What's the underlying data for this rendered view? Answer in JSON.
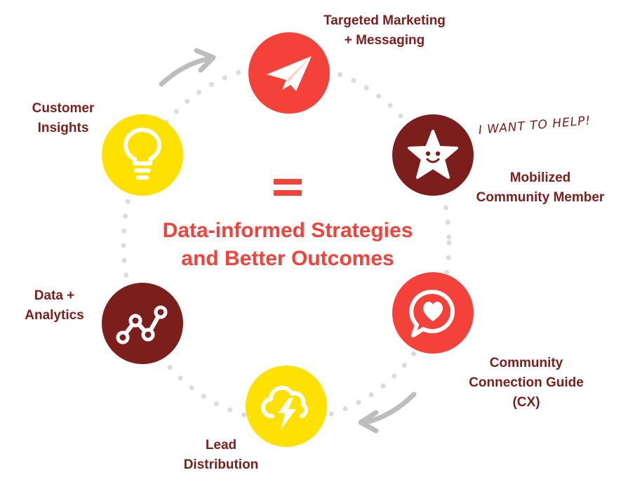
{
  "center": {
    "line1": "Data-informed Strategies",
    "line2": "and Better Outcomes"
  },
  "callout": "I WANT TO HELP!",
  "nodes": [
    {
      "id": "targeted-marketing",
      "label": [
        "Targeted Marketing",
        "+ Messaging"
      ],
      "icon": "paper-plane-icon",
      "color": "#f4423b"
    },
    {
      "id": "mobilized-member",
      "label": [
        "Mobilized",
        "Community Member"
      ],
      "icon": "smiling-star-icon",
      "color": "#7b1e1c"
    },
    {
      "id": "connection-guide",
      "label": [
        "Community",
        "Connection Guide",
        "(CX)"
      ],
      "icon": "heart-speech-bubble-icon",
      "color": "#f4423b"
    },
    {
      "id": "lead-distribution",
      "label": [
        "Lead",
        "Distribution"
      ],
      "icon": "lightning-cloud-icon",
      "color": "#ffe100"
    },
    {
      "id": "data-analytics",
      "label": [
        "Data +",
        "Analytics"
      ],
      "icon": "line-graph-icon",
      "color": "#7b1e1c"
    },
    {
      "id": "customer-insights",
      "label": [
        "Customer",
        "Insights"
      ],
      "icon": "lightbulb-icon",
      "color": "#ffe100"
    }
  ],
  "colors": {
    "accent_red": "#f4423b",
    "maroon": "#7b1e1c",
    "yellow": "#ffe100",
    "ring_gray": "#dcdcdc",
    "arrow_gray": "#bdbdbd"
  }
}
